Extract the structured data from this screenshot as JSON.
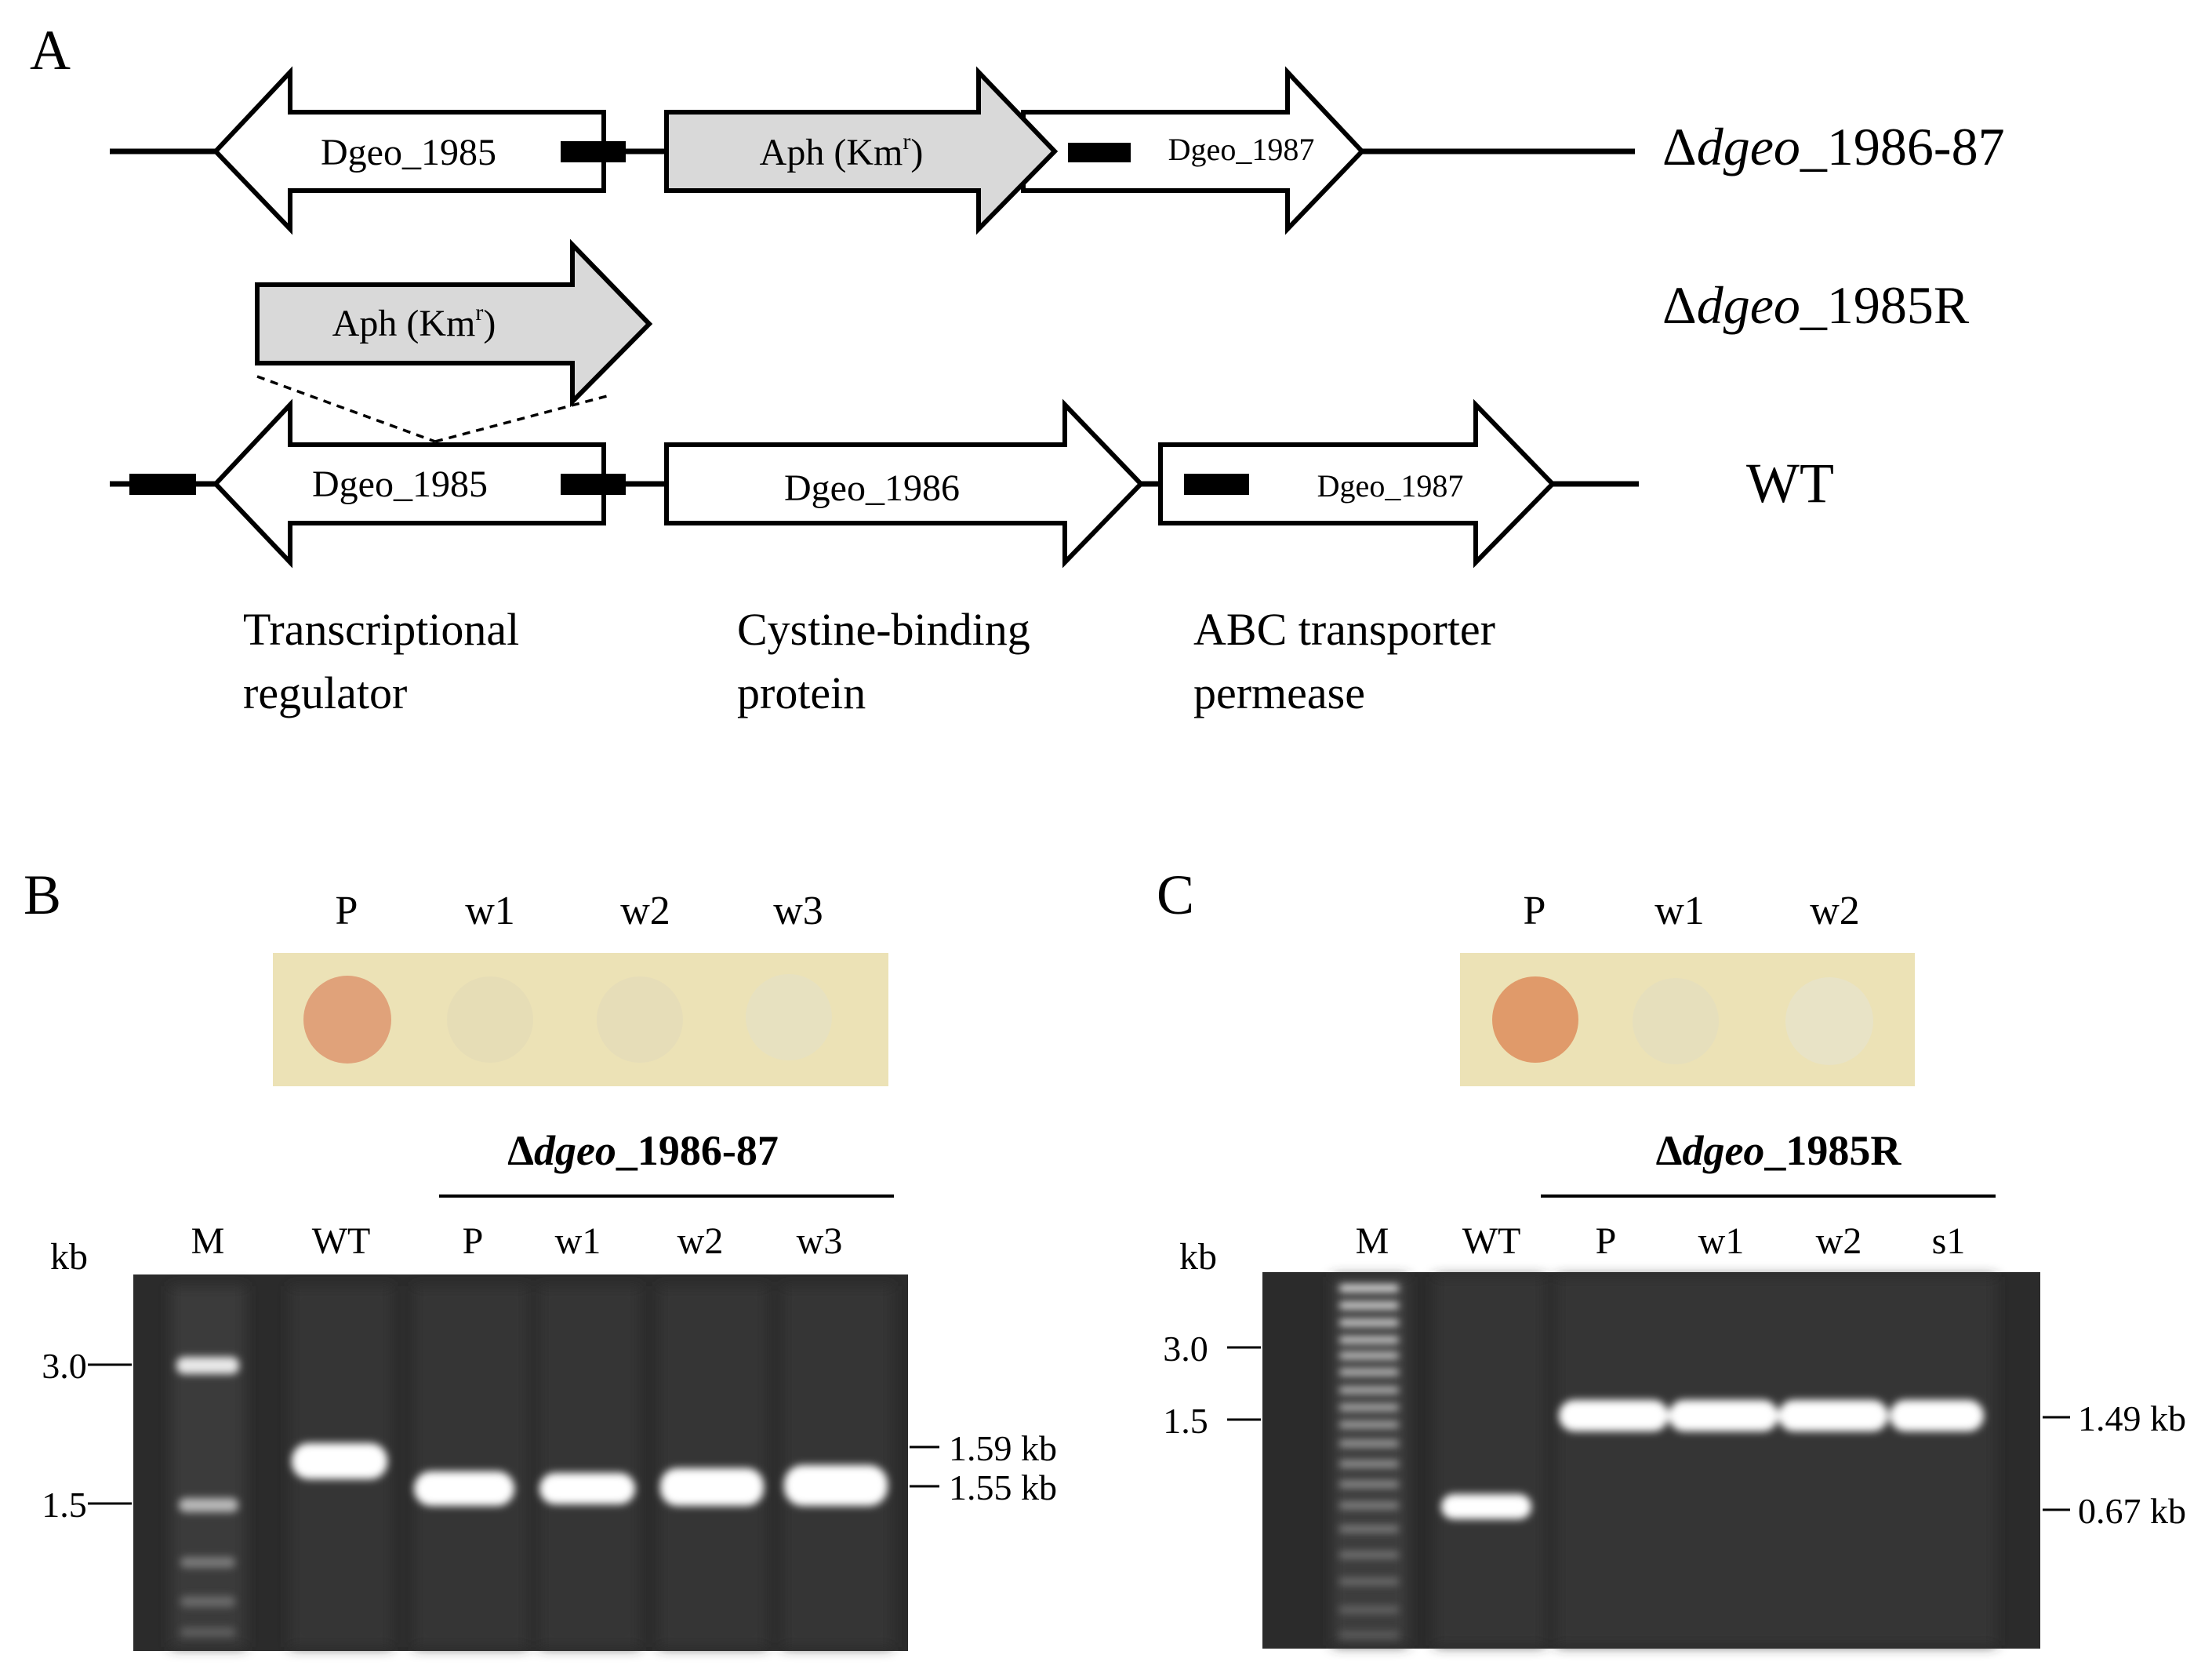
{
  "panels": {
    "a": {
      "label": "A",
      "genes": {
        "dgeo_1985": "Dgeo_1985",
        "dgeo_1986": "Dgeo_1986",
        "dgeo_1987": "Dgeo_1987",
        "aph": "Aph (Km",
        "aph_sup": "r",
        "aph_close": ")"
      },
      "strains": {
        "delta": "Δ",
        "dgeo_italic": "dgeo",
        "d1986_87_suffix": "_1986-87",
        "d1985r_suffix": "_1985R",
        "wt": "WT"
      },
      "descriptions": {
        "reg_line1": "Transcriptional",
        "reg_line2": "regulator",
        "cys_line1": "Cystine-binding",
        "cys_line2": "protein",
        "abc_line1": "ABC transporter",
        "abc_line2": "permease"
      },
      "colors": {
        "selection_marker_fill": "#d9d9d9",
        "gene_fill": "#ffffff",
        "outline": "#000000"
      }
    },
    "b": {
      "label": "B",
      "spots": [
        "P",
        "w1",
        "w2",
        "w3"
      ],
      "spot_colors": [
        "#e0a27a",
        "#e6ddb6",
        "#e6ddb8",
        "#e7e1c0"
      ],
      "strain_delta": "Δ",
      "strain_italic": "dgeo",
      "strain_suffix": "_1986-87",
      "lanes": [
        "M",
        "WT",
        "P",
        "w1",
        "w2",
        "w3"
      ],
      "kb_unit": "kb",
      "ladder_ticks": [
        "3.0",
        "1.5"
      ],
      "band_labels": [
        "1.59 kb",
        "1.55 kb"
      ]
    },
    "c": {
      "label": "C",
      "spots": [
        "P",
        "w1",
        "w2"
      ],
      "spot_colors": [
        "#e09a6a",
        "#e6dfbc",
        "#e8e3c6"
      ],
      "strain_delta": "Δ",
      "strain_italic": "dgeo",
      "strain_suffix": "_1985R",
      "lanes": [
        "M",
        "WT",
        "P",
        "w1",
        "w2",
        "s1"
      ],
      "kb_unit": "kb",
      "ladder_ticks": [
        "3.0",
        "1.5"
      ],
      "band_labels": [
        "1.49 kb",
        "0.67 kb"
      ]
    }
  },
  "colors": {
    "plate": "#ece2b6",
    "gel_background": "#2b2b2b",
    "band": "#ffffff"
  }
}
